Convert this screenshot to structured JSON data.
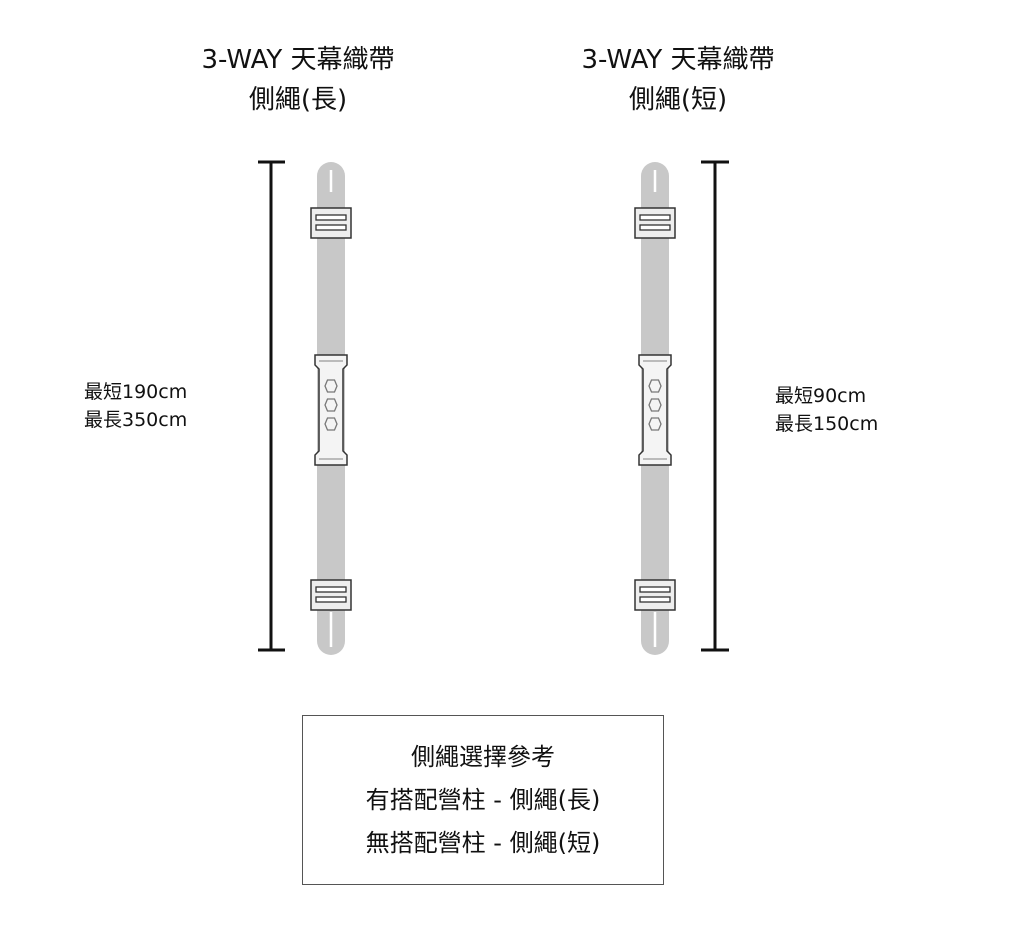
{
  "long_strap": {
    "title_line1": "3-WAY 天幕織帶",
    "title_line2": "側繩(長)",
    "min_length": "最短190cm",
    "max_length": "最長350cm"
  },
  "short_strap": {
    "title_line1": "3-WAY 天幕織帶",
    "title_line2": "側繩(短)",
    "min_length": "最短90cm",
    "max_length": "最長150cm"
  },
  "note": {
    "heading": "側繩選擇參考",
    "line1": "有搭配營柱 - 側繩(長)",
    "line2": "無搭配營柱 - 側繩(短)"
  },
  "colors": {
    "strap": "#c8c8c8",
    "outline": "#333333"
  }
}
